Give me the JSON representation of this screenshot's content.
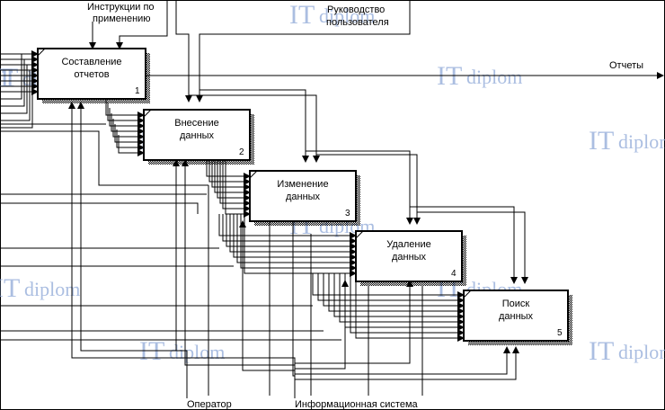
{
  "diagram": {
    "boxes": [
      {
        "id": "1",
        "label": "Составление отчетов",
        "number": "1"
      },
      {
        "id": "2",
        "label": "Внесение данных",
        "number": "2"
      },
      {
        "id": "3",
        "label": "Изменение данных",
        "number": "3"
      },
      {
        "id": "4",
        "label": "Удаление данных",
        "number": "4"
      },
      {
        "id": "5",
        "label": "Поиск данных",
        "number": "5"
      }
    ],
    "external_labels": {
      "instructions": "Инструкции по применению",
      "manual": "Руководство пользователя",
      "reports": "Отчеты",
      "operator": "Оператор",
      "info_system": "Информационная система"
    },
    "watermark": {
      "it": "IT",
      "diplom": "diplom"
    }
  }
}
